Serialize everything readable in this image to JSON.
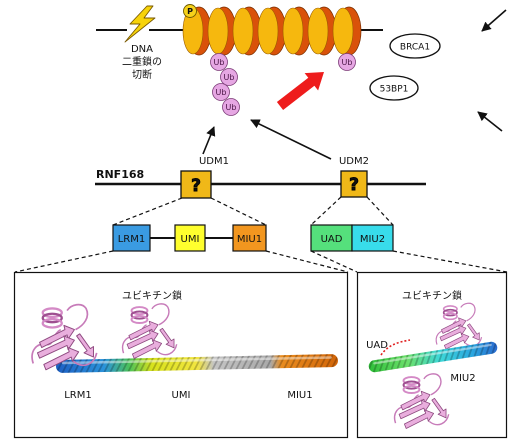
{
  "chromatin": {
    "dsb_label": {
      "line1": "DNA",
      "line2": "二重鎖の",
      "line3": "切断"
    },
    "phospho_label": "P",
    "ub_chain": [
      "Ub",
      "Ub",
      "Ub",
      "Ub"
    ],
    "ub_single": "Ub"
  },
  "readers": {
    "brca1": "BRCA1",
    "p53bp1": "53BP1"
  },
  "rnf168": {
    "name": "RNF168",
    "udm1": {
      "label": "UDM1",
      "mark": "?"
    },
    "udm2": {
      "label": "UDM2",
      "mark": "?"
    },
    "udm1_domains": [
      {
        "label": "LRM1",
        "color": "#3A9BE2"
      },
      {
        "label": "UMI",
        "color": "#FFFF2E"
      },
      {
        "label": "MIU1",
        "color": "#F2961F"
      }
    ],
    "udm2_domains": [
      {
        "label": "UAD",
        "color": "#55E07C"
      },
      {
        "label": "MIU2",
        "color": "#38DCEB"
      }
    ]
  },
  "structures": {
    "udm1_panel": {
      "chain_label": "ユビキチン鎖",
      "labels": [
        "LRM1",
        "UMI",
        "MIU1"
      ]
    },
    "udm2_panel": {
      "chain_label": "ユビキチン鎖",
      "labels": [
        "UAD",
        "MIU2"
      ]
    }
  },
  "icons": {
    "double_strand_break": "lightning-bolt-icon",
    "recruitment": "red-arrow-icon",
    "pointer": "arrow-icon"
  },
  "colors": {
    "nucleosome": "#F6B80E",
    "nucleosome_rim": "#D9520A",
    "ubiquitin": "#E6A7E3",
    "udm_box": "#F0B818",
    "recruitment_arrow": "#EE1C1C",
    "dsb_bolt": "#F7D30A",
    "phospho": "#F7D21A"
  }
}
